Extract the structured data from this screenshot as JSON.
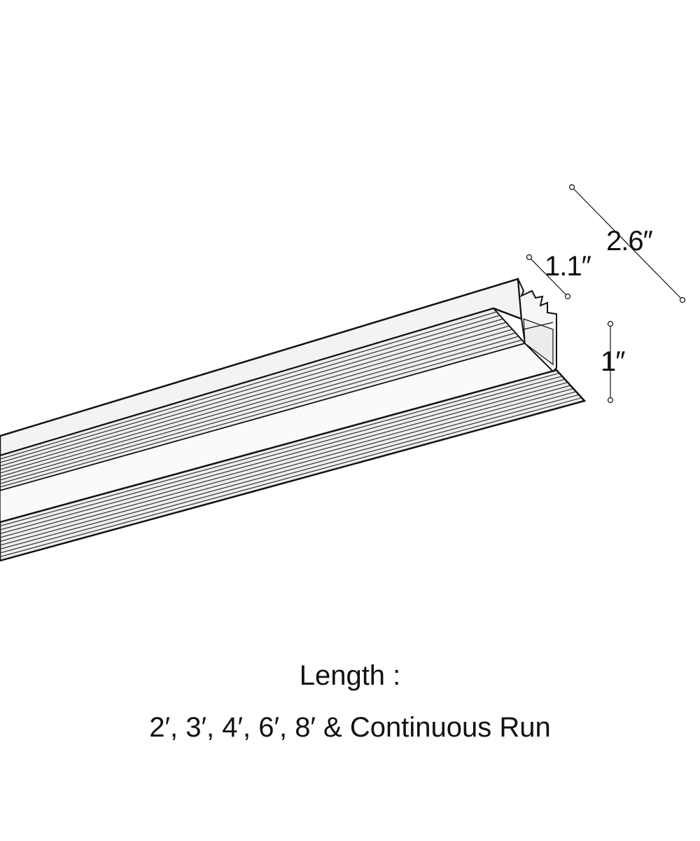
{
  "dimensions": {
    "depth": "2.6″",
    "width": "1.1″",
    "height": "1″"
  },
  "caption": {
    "title": "Length :",
    "lengths": "2′, 3′, 4′, 6′, 8′ & Continuous Run"
  },
  "colors": {
    "outline": "#111111",
    "face": "#f2f2f2",
    "shade": "#e4e4e4"
  }
}
